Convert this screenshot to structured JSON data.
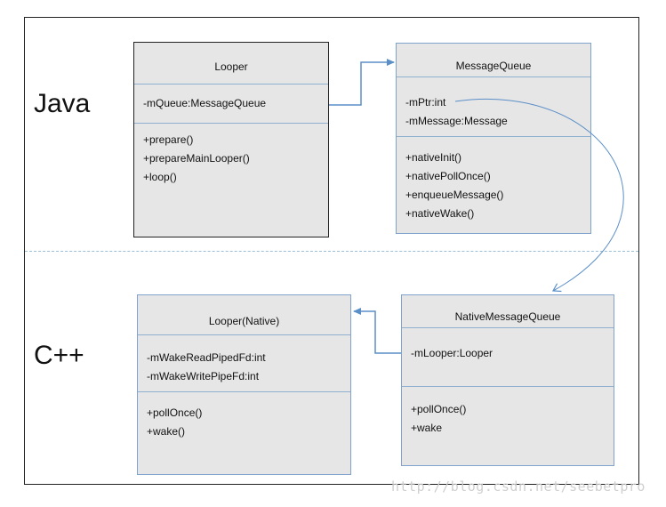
{
  "sections": {
    "java": "Java",
    "cpp": "C++"
  },
  "classes": {
    "looper": {
      "title": "Looper",
      "fields": [
        "-mQueue:MessageQueue"
      ],
      "methods": [
        "+prepare()",
        "+prepareMainLooper()",
        "+loop()"
      ]
    },
    "message_queue": {
      "title": "MessageQueue",
      "fields": [
        "-mPtr:int",
        "-mMessage:Message"
      ],
      "methods": [
        "+nativeInit()",
        "+nativePollOnce()",
        "+enqueueMessage()",
        "+nativeWake()"
      ]
    },
    "looper_native": {
      "title": "Looper(Native)",
      "fields": [
        "-mWakeReadPipedFd:int",
        "-mWakeWritePipeFd:int"
      ],
      "methods": [
        "+pollOnce()",
        "+wake()"
      ]
    },
    "native_message_queue": {
      "title": "NativeMessageQueue",
      "fields": [
        "-mLooper:Looper"
      ],
      "methods": [
        "+pollOnce()",
        "+wake"
      ]
    }
  },
  "colors": {
    "box_fill": "#e6e6e6",
    "connector": "#5b8fc7",
    "box_border_dark": "#222222",
    "box_border_blue": "#7fa3cc"
  },
  "watermark": "http://blog.csdn.net/seebetpro"
}
